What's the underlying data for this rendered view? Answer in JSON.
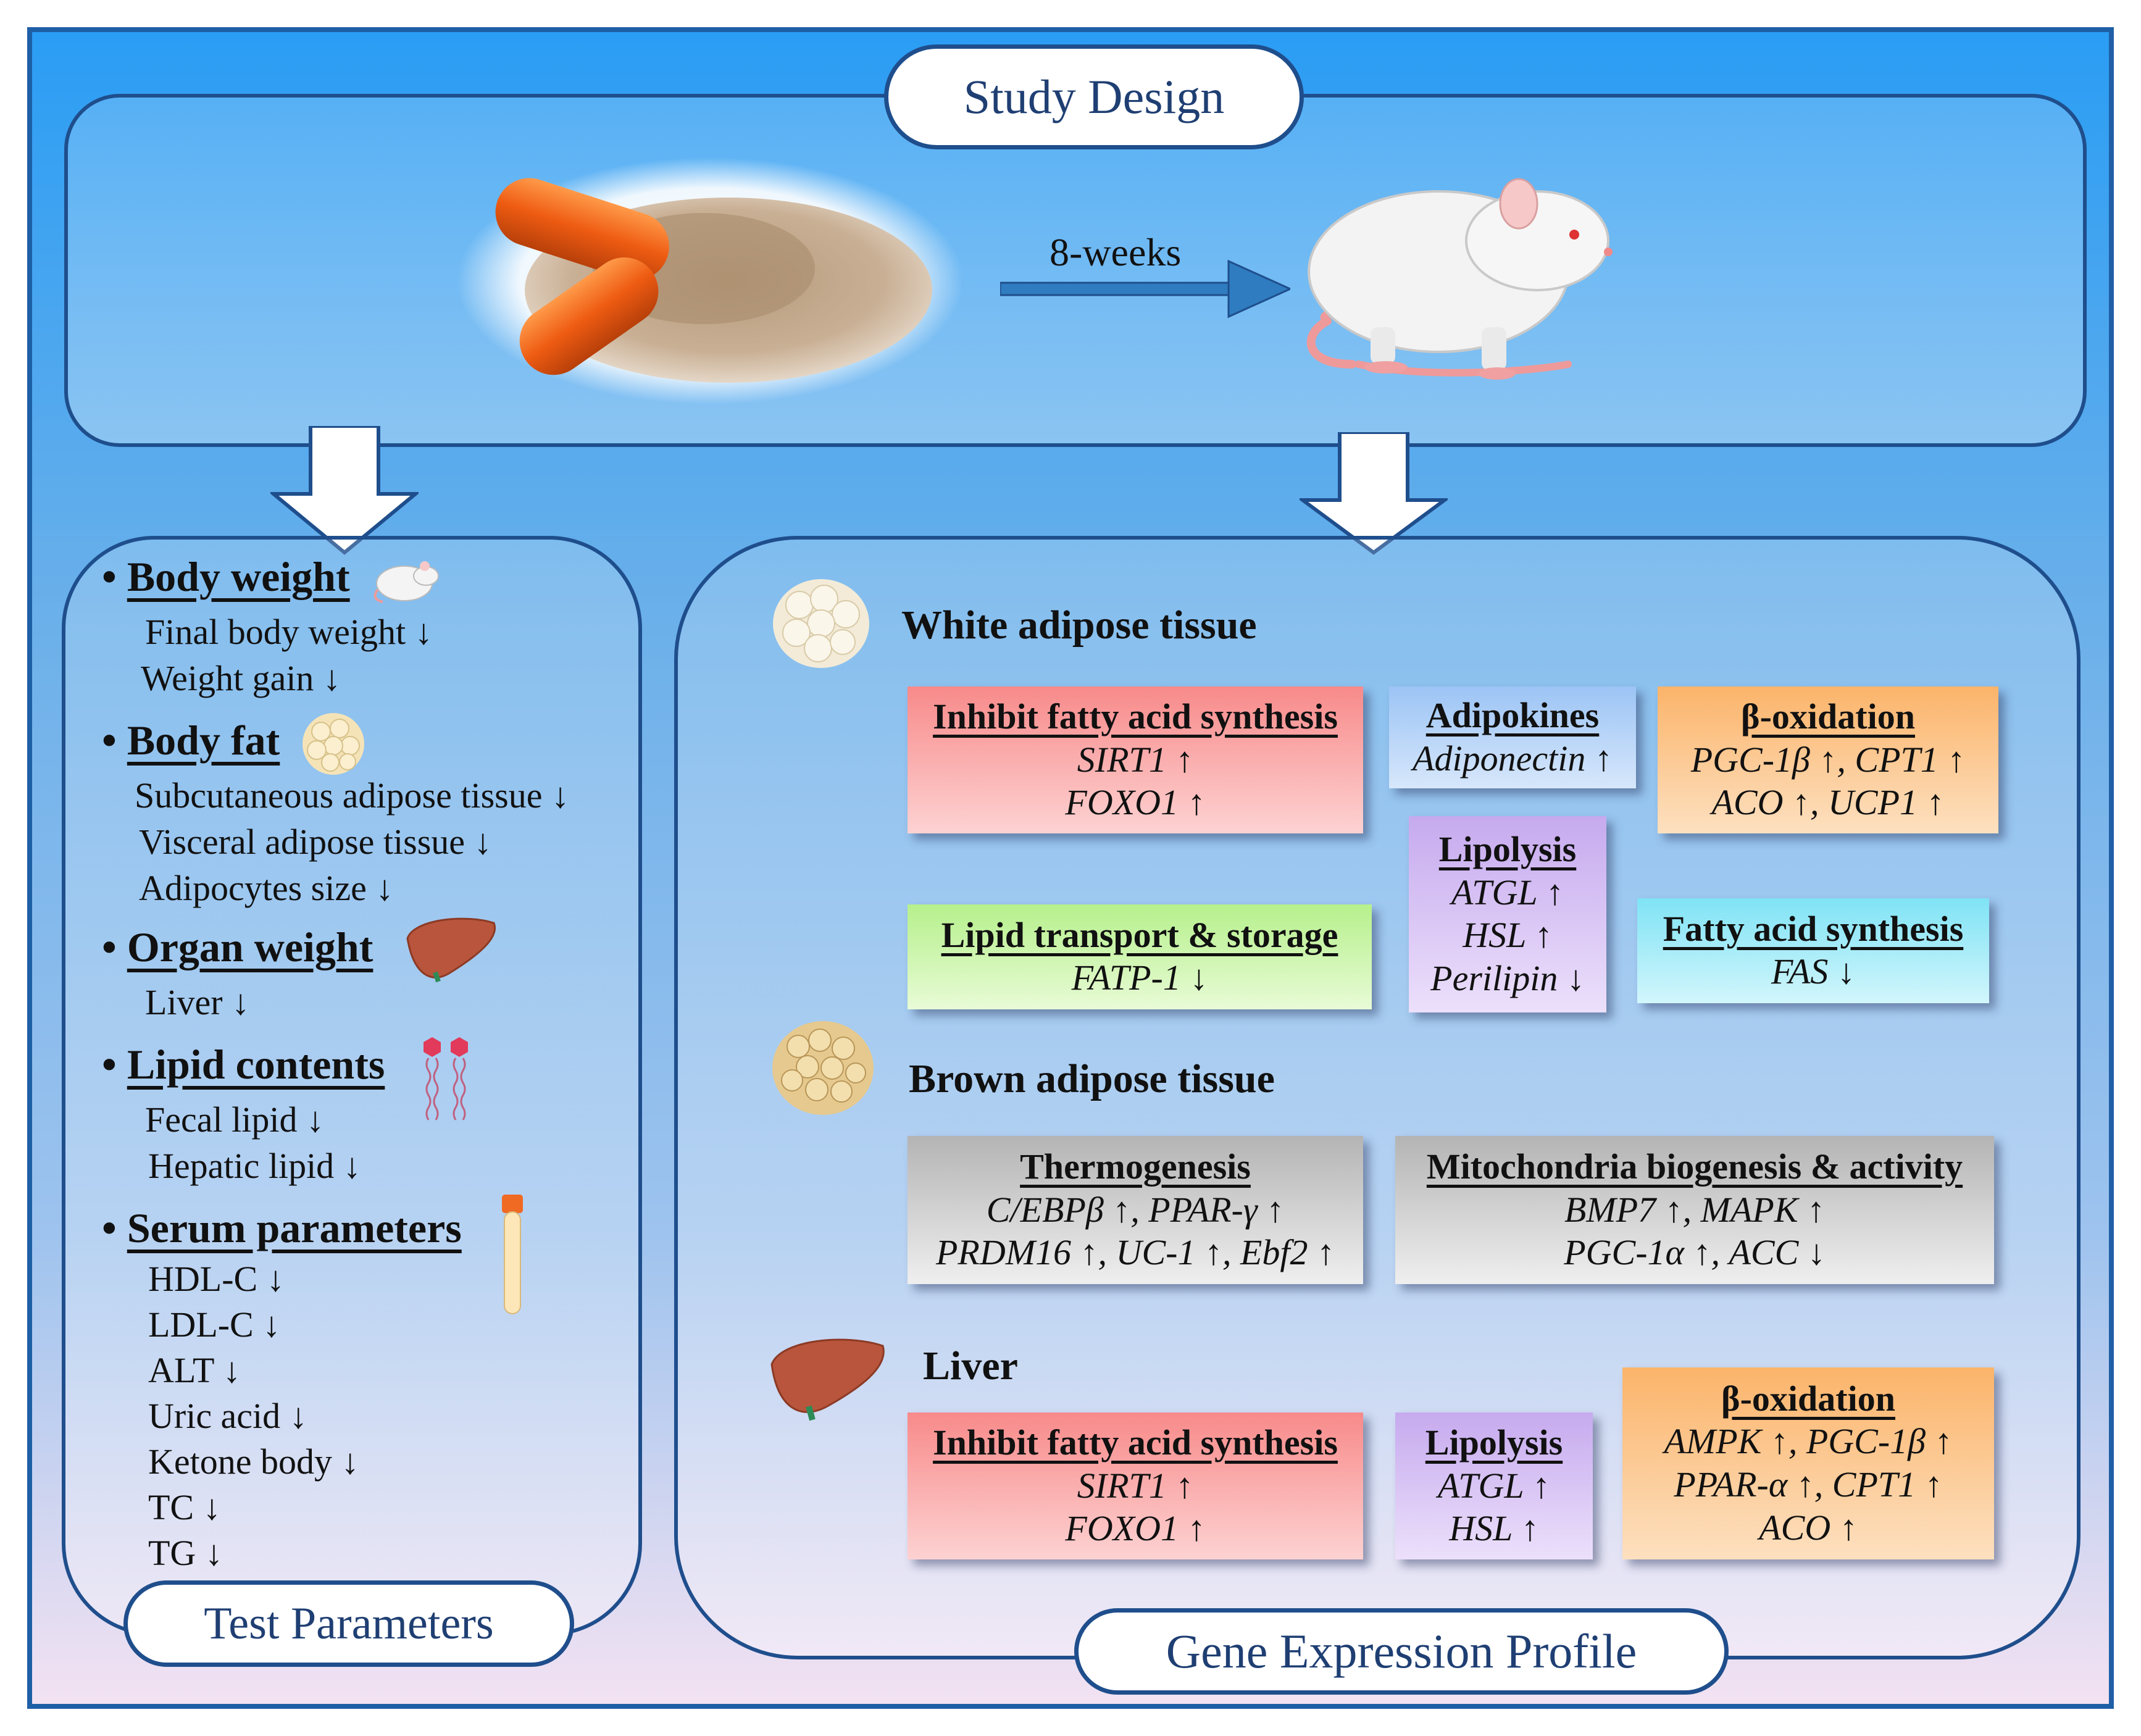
{
  "titles": {
    "study_design": "Study Design",
    "test_parameters": "Test Parameters",
    "gene_expression": "Gene Expression Profile"
  },
  "study": {
    "duration": "8-weeks"
  },
  "test_parameters": {
    "body_weight": {
      "title": "Body weight",
      "items": [
        "Final body weight ↓",
        "Weight gain ↓"
      ]
    },
    "body_fat": {
      "title": "Body fat",
      "items": [
        "Subcutaneous adipose tissue ↓",
        "Visceral adipose tissue ↓",
        "Adipocytes size ↓"
      ]
    },
    "organ_weight": {
      "title": "Organ weight",
      "items": [
        "Liver ↓"
      ]
    },
    "lipid_contents": {
      "title": "Lipid contents",
      "items": [
        "Fecal lipid ↓",
        "Hepatic lipid ↓"
      ]
    },
    "serum": {
      "title": "Serum parameters",
      "items": [
        "HDL-C ↓",
        "LDL-C ↓",
        "ALT ↓",
        "Uric acid ↓",
        "Ketone body ↓",
        "TC ↓",
        "TG ↓"
      ]
    }
  },
  "gene_profile": {
    "wat": {
      "title": "White adipose tissue",
      "inhibit_fas": {
        "title": "Inhibit fatty acid synthesis",
        "genes": [
          "SIRT1 ↑",
          "FOXO1 ↑"
        ]
      },
      "adipokines": {
        "title": "Adipokines",
        "genes": [
          "Adiponectin ↑"
        ]
      },
      "beta_ox": {
        "title": "β-oxidation",
        "genes": [
          "PGC-1β ↑, CPT1 ↑",
          "ACO ↑, UCP1 ↑"
        ]
      },
      "lipolysis": {
        "title": "Lipolysis",
        "genes": [
          "ATGL ↑",
          "HSL ↑",
          "Perilipin ↓"
        ]
      },
      "lipid_transport": {
        "title": "Lipid transport & storage",
        "genes": [
          "FATP-1 ↓"
        ]
      },
      "fas": {
        "title": "Fatty acid synthesis",
        "genes": [
          "FAS ↓"
        ]
      }
    },
    "bat": {
      "title": "Brown adipose tissue",
      "thermo": {
        "title": "Thermogenesis",
        "genes": [
          "C/EBPβ ↑, PPAR-γ ↑",
          "PRDM16 ↑, UC-1 ↑, Ebf2 ↑"
        ]
      },
      "mito": {
        "title": "Mitochondria biogenesis & activity",
        "genes": [
          "BMP7 ↑, MAPK ↑",
          "PGC-1α ↑, ACC ↓"
        ]
      }
    },
    "liver": {
      "title": "Liver",
      "inhibit_fas": {
        "title": "Inhibit fatty acid synthesis",
        "genes": [
          "SIRT1 ↑",
          "FOXO1 ↑"
        ]
      },
      "lipolysis": {
        "title": "Lipolysis",
        "genes": [
          "ATGL ↑",
          "HSL ↑"
        ]
      },
      "beta_ox": {
        "title": "β-oxidation",
        "genes": [
          "AMPK ↑, PGC-1β ↑",
          "PPAR-α ↑, CPT1 ↑",
          "ACO ↑"
        ]
      }
    }
  },
  "colors": {
    "border": "#1f4e8c",
    "arrow": "#2f7cc0",
    "capsule": "#ee5b12"
  }
}
